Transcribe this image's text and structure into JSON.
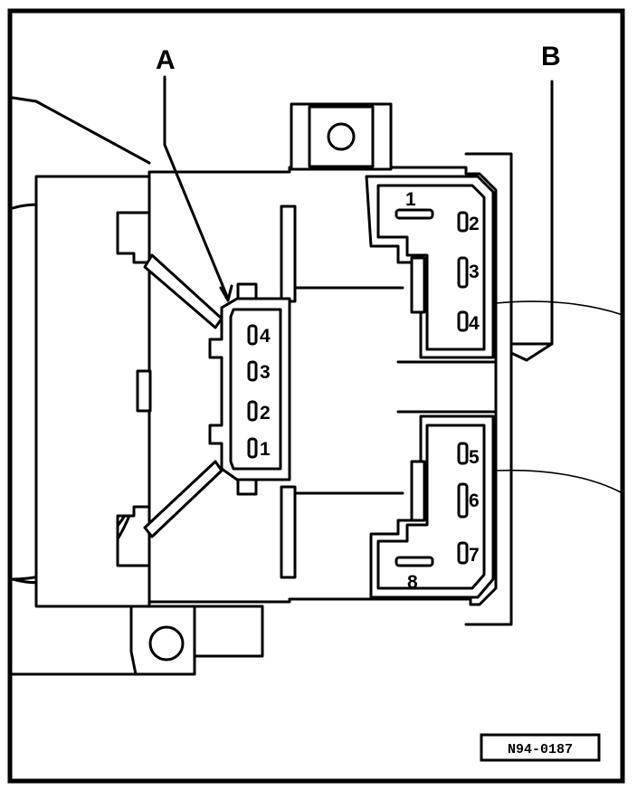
{
  "labels": {
    "connector_a": "A",
    "connector_b": "B",
    "reference": "N94-0187"
  },
  "connector_a_pins": [
    "4",
    "3",
    "2",
    "1"
  ],
  "connector_b_pins": [
    "1",
    "2",
    "3",
    "4",
    "5",
    "6",
    "7",
    "8"
  ]
}
